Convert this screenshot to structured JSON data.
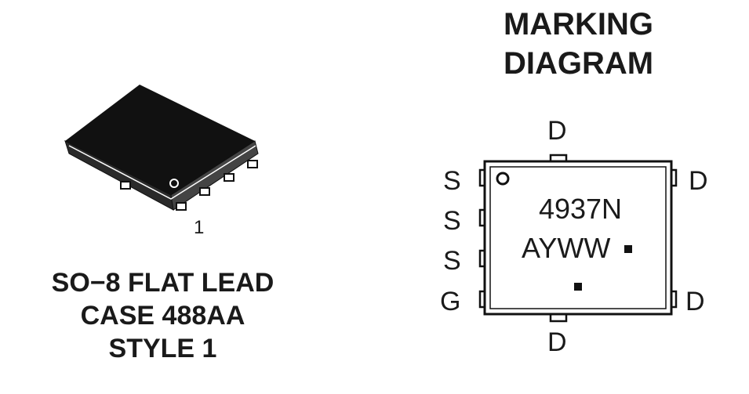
{
  "package": {
    "pin1_label": "1",
    "name_line1": "SO−8 FLAT LEAD",
    "name_line2": "CASE 488AA",
    "name_line3": "STYLE 1"
  },
  "marking": {
    "title_line1": "MARKING",
    "title_line2": "DIAGRAM",
    "line1": "4937N",
    "line2": "AYWW",
    "pins": {
      "top": "D",
      "bottom": "D",
      "left": [
        "S",
        "S",
        "S",
        "G"
      ],
      "right_top": "D",
      "right_bottom": "D"
    }
  }
}
